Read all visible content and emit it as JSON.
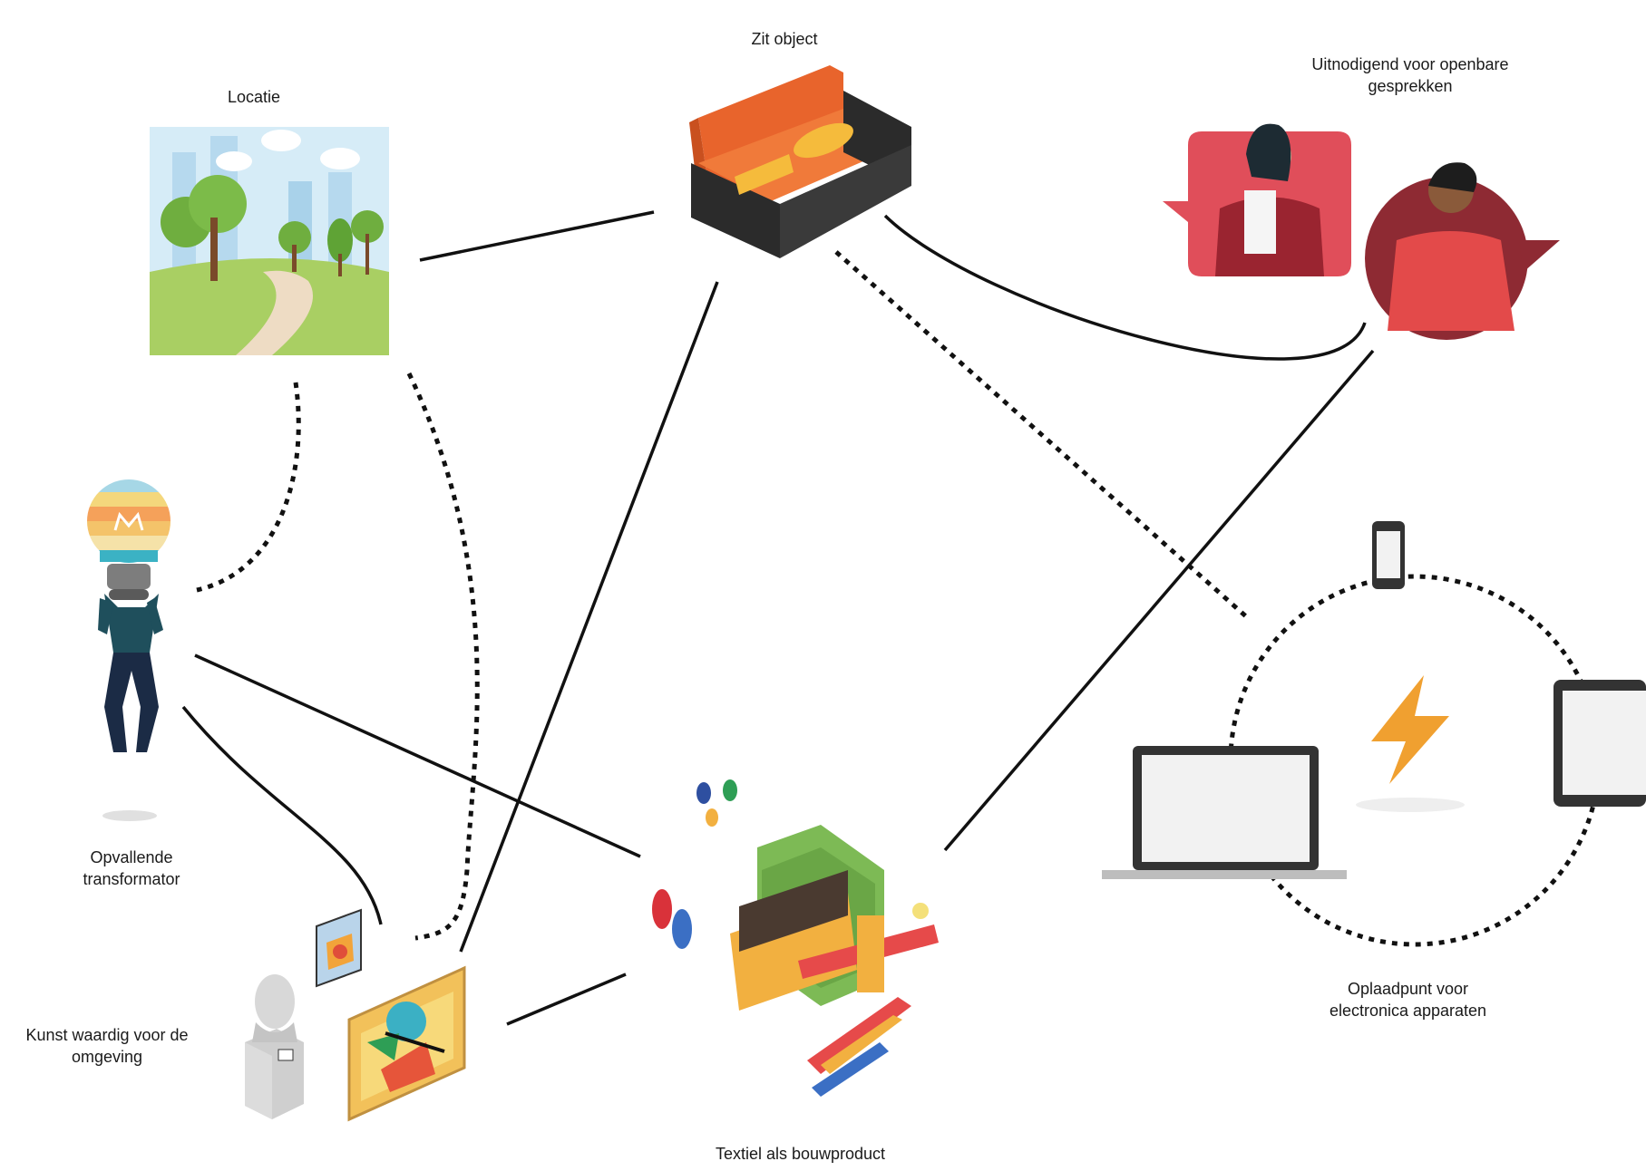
{
  "diagram": {
    "nodes": {
      "locatie": {
        "label": "Locatie"
      },
      "zit_object": {
        "label": "Zit object"
      },
      "gesprekken": {
        "label": "Uitnodigend voor openbare\ngesprekken"
      },
      "transformator": {
        "label": "Opvallende\ntransformator"
      },
      "kunst": {
        "label": "Kunst waardig voor de\nomgeving"
      },
      "textiel": {
        "label": "Textiel als bouwproduct"
      },
      "oplaadpunt": {
        "label": "Oplaadpunt voor\nelectronica apparaten"
      }
    },
    "connections": [
      {
        "from": "locatie",
        "to": "zit_object",
        "style": "solid"
      },
      {
        "from": "locatie",
        "to": "transformator",
        "style": "dotted"
      },
      {
        "from": "locatie",
        "to": "kunst",
        "style": "dotted"
      },
      {
        "from": "zit_object",
        "to": "gesprekken",
        "style": "solid"
      },
      {
        "from": "zit_object",
        "to": "kunst",
        "style": "solid"
      },
      {
        "from": "zit_object",
        "to": "oplaadpunt",
        "style": "dotted"
      },
      {
        "from": "gesprekken",
        "to": "textiel",
        "style": "solid"
      },
      {
        "from": "transformator",
        "to": "textiel",
        "style": "solid"
      },
      {
        "from": "transformator",
        "to": "kunst",
        "style": "solid"
      },
      {
        "from": "kunst",
        "to": "textiel",
        "style": "solid"
      }
    ]
  },
  "colors": {
    "line": "#111111",
    "sofa_orange": "#e8642c",
    "sofa_black": "#2b2b2b",
    "cushion_yellow": "#f5bb3c",
    "bubble_red": "#e04e5a",
    "bubble_dark_red": "#8e2a33",
    "grass_green": "#a9cf63",
    "sky_blue": "#d6ecf7",
    "bolt_orange": "#f0a030",
    "transformer_teal": "#1f4f5c",
    "loom_green": "#7dba55",
    "loom_wood": "#f2b040"
  }
}
